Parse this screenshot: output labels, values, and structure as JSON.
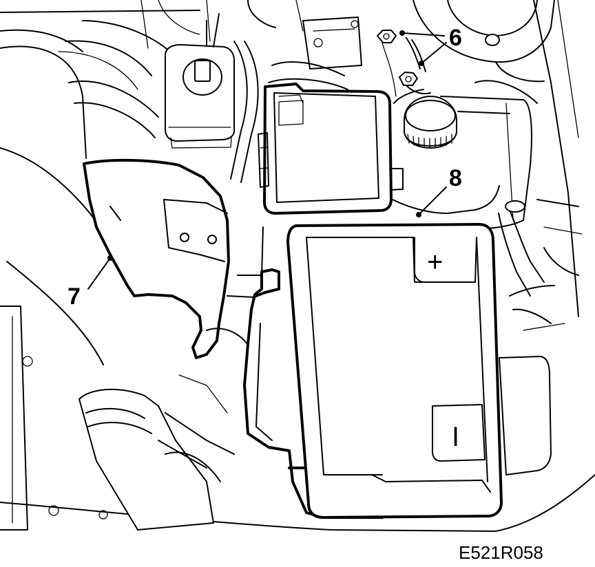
{
  "callouts": [
    {
      "id": "6",
      "label": "6"
    },
    {
      "id": "7",
      "label": "7"
    },
    {
      "id": "8",
      "label": "8"
    }
  ],
  "battery": {
    "positive_symbol": "+",
    "negative_symbol": "I"
  },
  "figure_code": "E521R058"
}
